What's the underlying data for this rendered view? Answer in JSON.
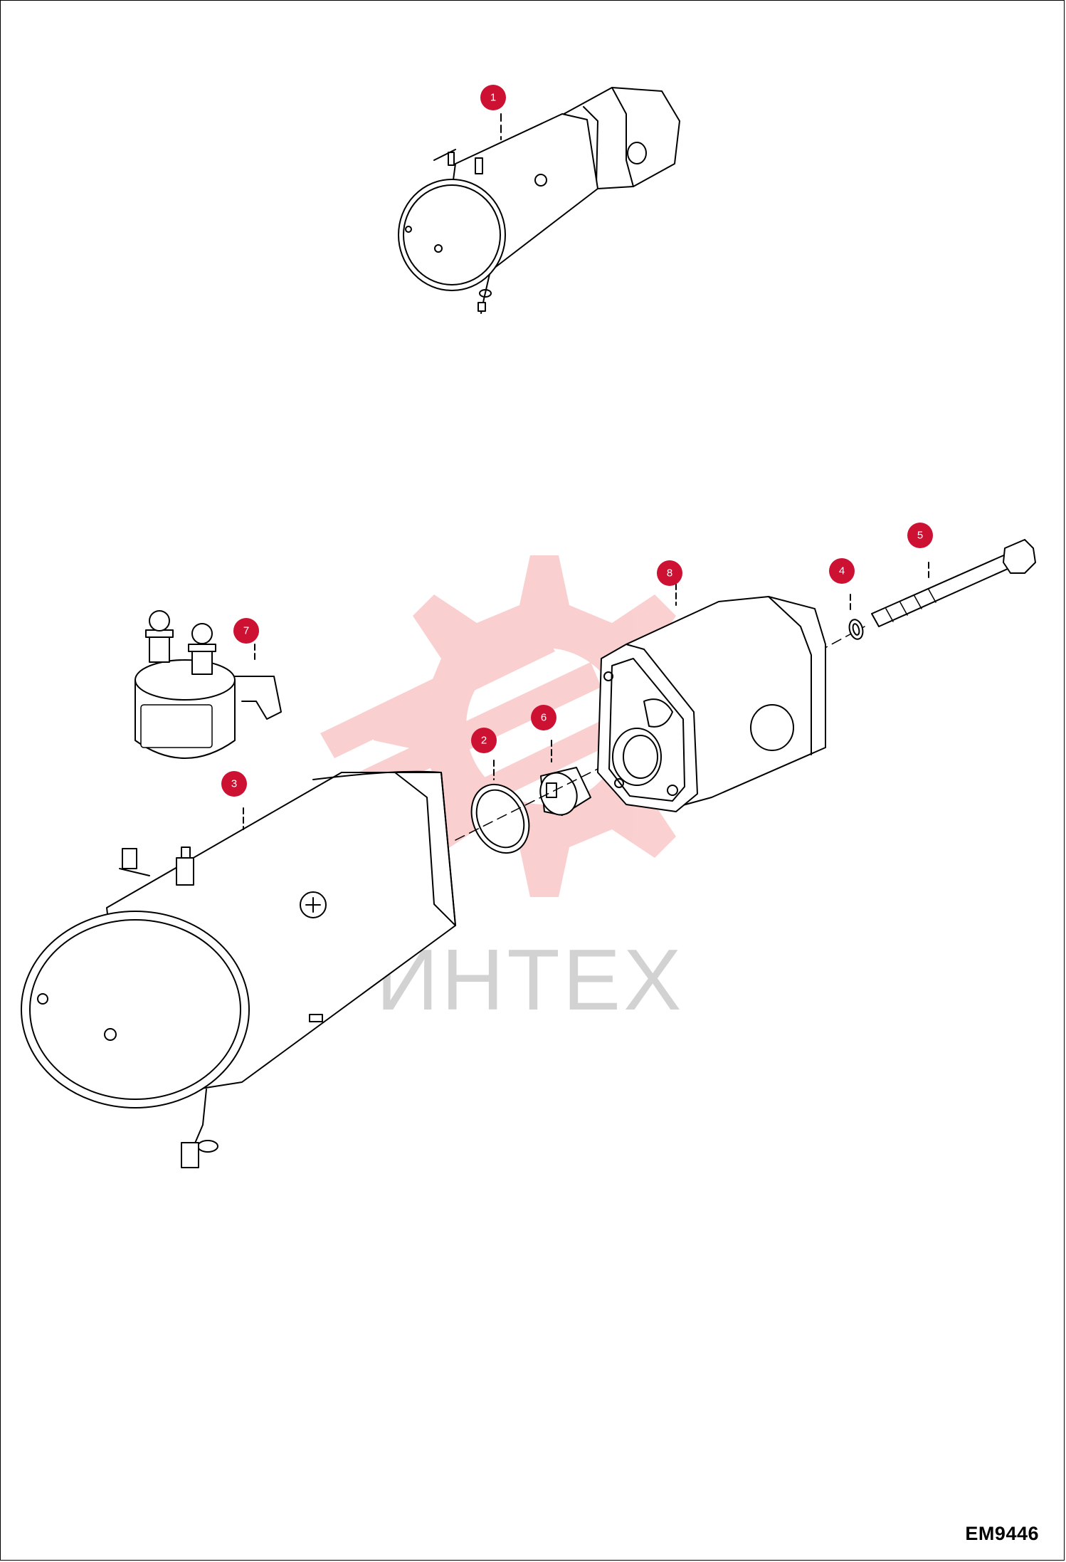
{
  "figure_code": "EM9446",
  "watermark": {
    "text": "ИНТЕХ",
    "logo_color": "#f26d6d",
    "text_color": "#d0d0d0"
  },
  "callout_color": "#cc1133",
  "callouts": [
    {
      "id": "1",
      "label": "1"
    },
    {
      "id": "2",
      "label": "2"
    },
    {
      "id": "3",
      "label": "3"
    },
    {
      "id": "4",
      "label": "4"
    },
    {
      "id": "5",
      "label": "5"
    },
    {
      "id": "6",
      "label": "6"
    },
    {
      "id": "7",
      "label": "7"
    },
    {
      "id": "8",
      "label": "8"
    }
  ],
  "parts": [
    {
      "number": "1",
      "name": "motor-pump-assembly"
    },
    {
      "number": "2",
      "name": "o-ring"
    },
    {
      "number": "3",
      "name": "electric-motor"
    },
    {
      "number": "4",
      "name": "washer"
    },
    {
      "number": "5",
      "name": "bolt"
    },
    {
      "number": "6",
      "name": "coupler"
    },
    {
      "number": "7",
      "name": "solenoid"
    },
    {
      "number": "8",
      "name": "hydraulic-pump"
    }
  ]
}
